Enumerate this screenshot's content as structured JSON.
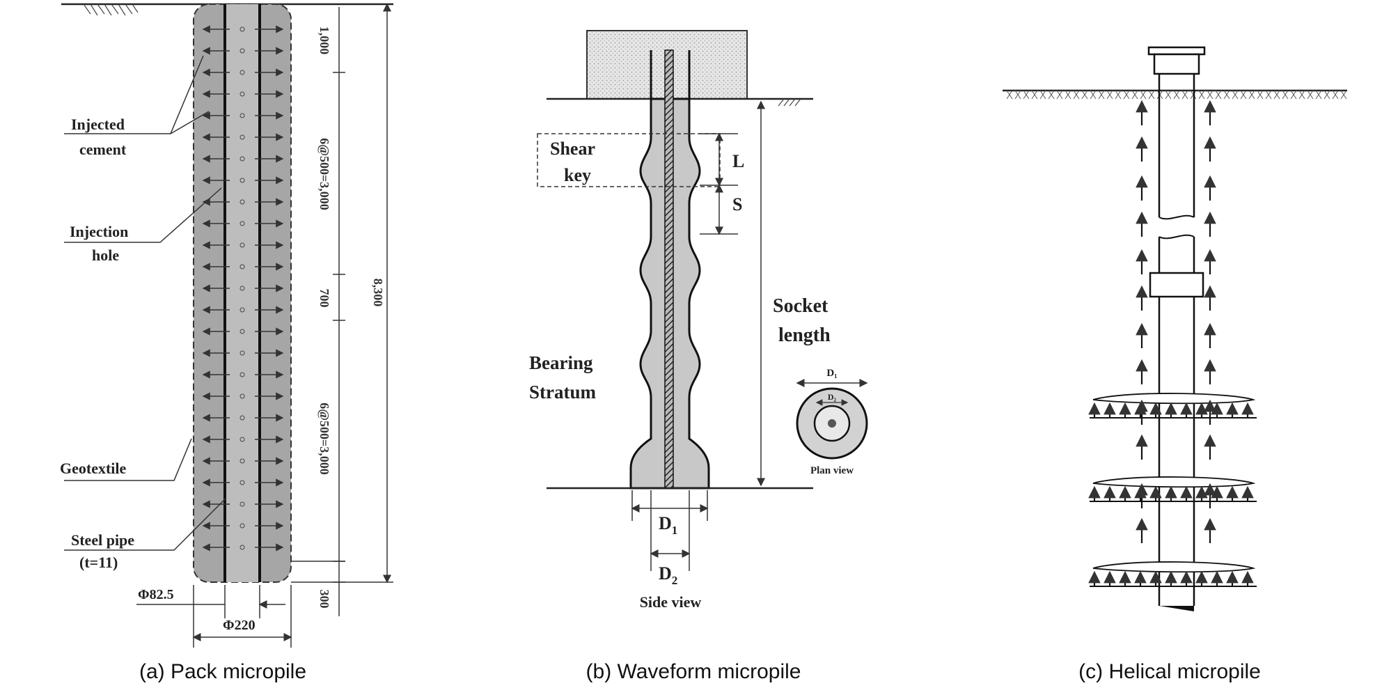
{
  "panel_a": {
    "caption": "(a) Pack micropile",
    "labels": {
      "injected_1": "Injected",
      "injected_2": "cement",
      "injection_1": "Injection",
      "injection_2": "hole",
      "geotextile": "Geotextile",
      "steel_1": "Steel pipe",
      "steel_2": "(t=11)",
      "phi_small": "Φ82.5",
      "phi_large": "Φ220"
    },
    "dims": {
      "d1000": "1,000",
      "d6a": "6@500=3,000",
      "d700": "700",
      "d6b": "6@500=3,000",
      "d300": "300",
      "d8300": "8,300"
    }
  },
  "panel_b": {
    "caption": "(b) Waveform micropile",
    "labels": {
      "shear_1": "Shear",
      "shear_2": "key",
      "L": "L",
      "S": "S",
      "socket_1": "Socket",
      "socket_2": "length",
      "bearing_1": "Bearing",
      "bearing_2": "Stratum",
      "D1": "D",
      "D1_sub": "1",
      "D2": "D",
      "D2_sub": "2",
      "side_view": "Side view",
      "plan_view": "Plan view",
      "plan_D1": "D₁",
      "plan_D2": "D₂"
    }
  },
  "panel_c": {
    "caption": "(c) Helical micropile"
  }
}
